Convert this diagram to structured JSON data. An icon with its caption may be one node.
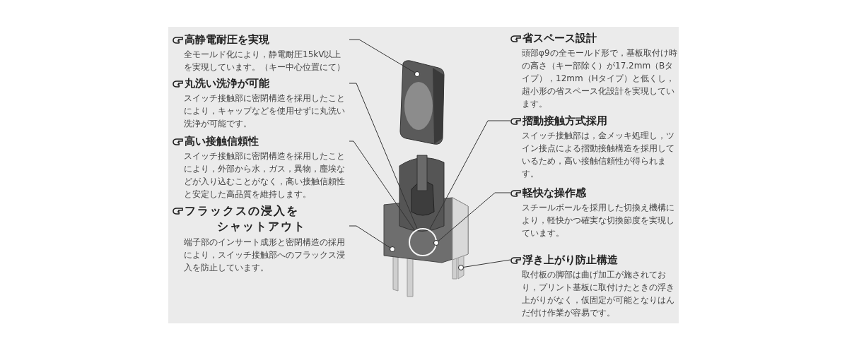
{
  "diagram": {
    "nodes": [
      {
        "text": [
          "高静電耐圧を実現",
          "全モールド化により，静電耐圧15kV以上を実現しています。（キー中心位置にて）"
        ]
      },
      {
        "text": [
          "丸洗い洗浄が可能",
          "スイッチ接触部に密閉構造を採用したことにより，キャップなどを使用せずに丸洗い洗浄が可能です。"
        ]
      },
      {
        "text": [
          "高い接触信頼性",
          "スイッチ接触部に密閉構造を採用したことにより，外部から水，ガス，異物，塵埃などが入り込むことがなく，高い接触信頼性と安定した高品質を維持します。"
        ]
      },
      {
        "text": [
          "フラックスの浸入をシャットアウト",
          "端子部のインサート成形と密閉構造の採用により，スイッチ接触部へのフラックス浸入を防止しています。"
        ]
      },
      {
        "text": [
          "省スペース設計",
          "頭部φ9の全モールド形で，基板取付け時の高さ（キー部除く）が17.2mm（Bタイプ），12mm（Hタイプ）と低くし，超小形の省スペース化設計を実現しています。"
        ]
      },
      {
        "text": [
          "摺動接触方式採用",
          "スイッチ接触部は，金メッキ処理し，ツイン接点による摺動接触構造を採用しているため，高い接触信頼性が得られます。"
        ]
      },
      {
        "text": [
          "軽快な操作感",
          "スチールボールを採用した切換え機構により，軽快かつ確実な切換節度を実現しています。"
        ]
      },
      {
        "text": [
          "浮き上がり防止構造",
          "取付板の脚部は曲げ加工が施されており，プリント基板に取付けたときの浮き上がりがなく，仮固定が可能となりはんだ付け作業が容易です。"
        ]
      },
      {
        "text": [],
        "shape": "circle"
      },
      {
        "text": [],
        "shape": "circle"
      },
      {
        "text": [],
        "shape": "circle"
      },
      {
        "text": [],
        "shape": "circle"
      },
      {
        "text": [],
        "shape": "circle"
      }
    ],
    "edges": [
      {
        "from": 0,
        "to": 8,
        "arrow": "none"
      },
      {
        "from": 1,
        "to": 9,
        "arrow": "none"
      },
      {
        "from": 2,
        "to": 9,
        "arrow": "none"
      },
      {
        "from": 3,
        "to": 10,
        "arrow": "none"
      },
      {
        "from": 5,
        "to": 9,
        "arrow": "none"
      },
      {
        "from": 6,
        "to": 11,
        "arrow": "none"
      },
      {
        "from": 7,
        "to": 12,
        "arrow": "none"
      }
    ]
  }
}
